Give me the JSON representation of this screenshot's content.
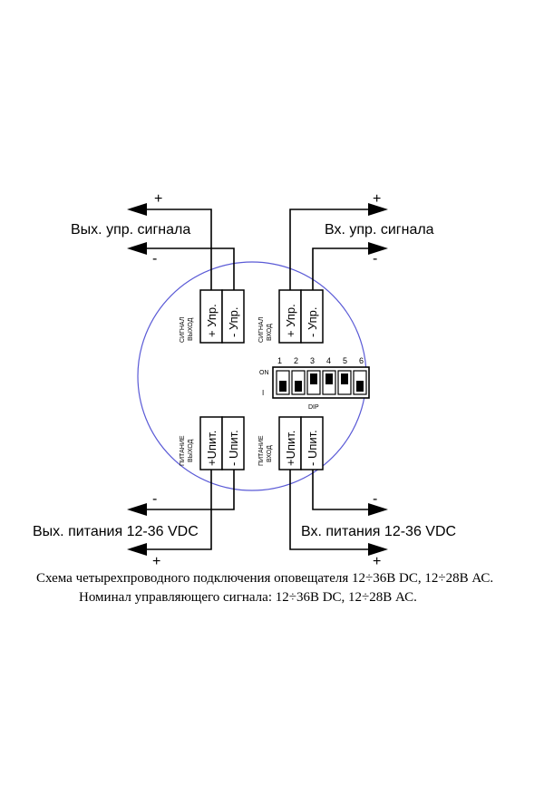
{
  "labels": {
    "out_signal": "Вых. упр. сигнала",
    "in_signal": "Вх. упр. сигнала",
    "out_power": "Вых. питания 12-36 VDC",
    "in_power": "Вх. питания 12-36 VDC",
    "plus": "+",
    "minus": "-"
  },
  "terminals": {
    "signal_out_caption": [
      "СИГНАЛ",
      "ВЫХОД"
    ],
    "signal_out_pins": [
      "+ Упр.",
      "- Упр."
    ],
    "signal_in_caption": [
      "СИГНАЛ",
      "ВХОД"
    ],
    "signal_in_pins": [
      "+ Упр.",
      "- Упр."
    ],
    "power_out_caption": [
      "ПИТАНИЕ",
      "ВЫХОД"
    ],
    "power_out_pins": [
      "+Uпит.",
      "- Uпит."
    ],
    "power_in_caption": [
      "ПИТАНИЕ",
      "ВХОД"
    ],
    "power_in_pins": [
      "+Uпит.",
      "- Uпит."
    ]
  },
  "dip": {
    "numbers": [
      "1",
      "2",
      "3",
      "4",
      "5",
      "6"
    ],
    "on_label": "ON",
    "off_label": "I",
    "name": "DIP"
  },
  "caption": {
    "line1": "Схема четырехпроводного подключения оповещателя 12÷36В DC, 12÷28В АС.",
    "line2": "Номинал управляющего сигнала: 12÷36В DC, 12÷28В АС."
  },
  "colors": {
    "circle": "#5a5ad6",
    "line": "#000000"
  }
}
